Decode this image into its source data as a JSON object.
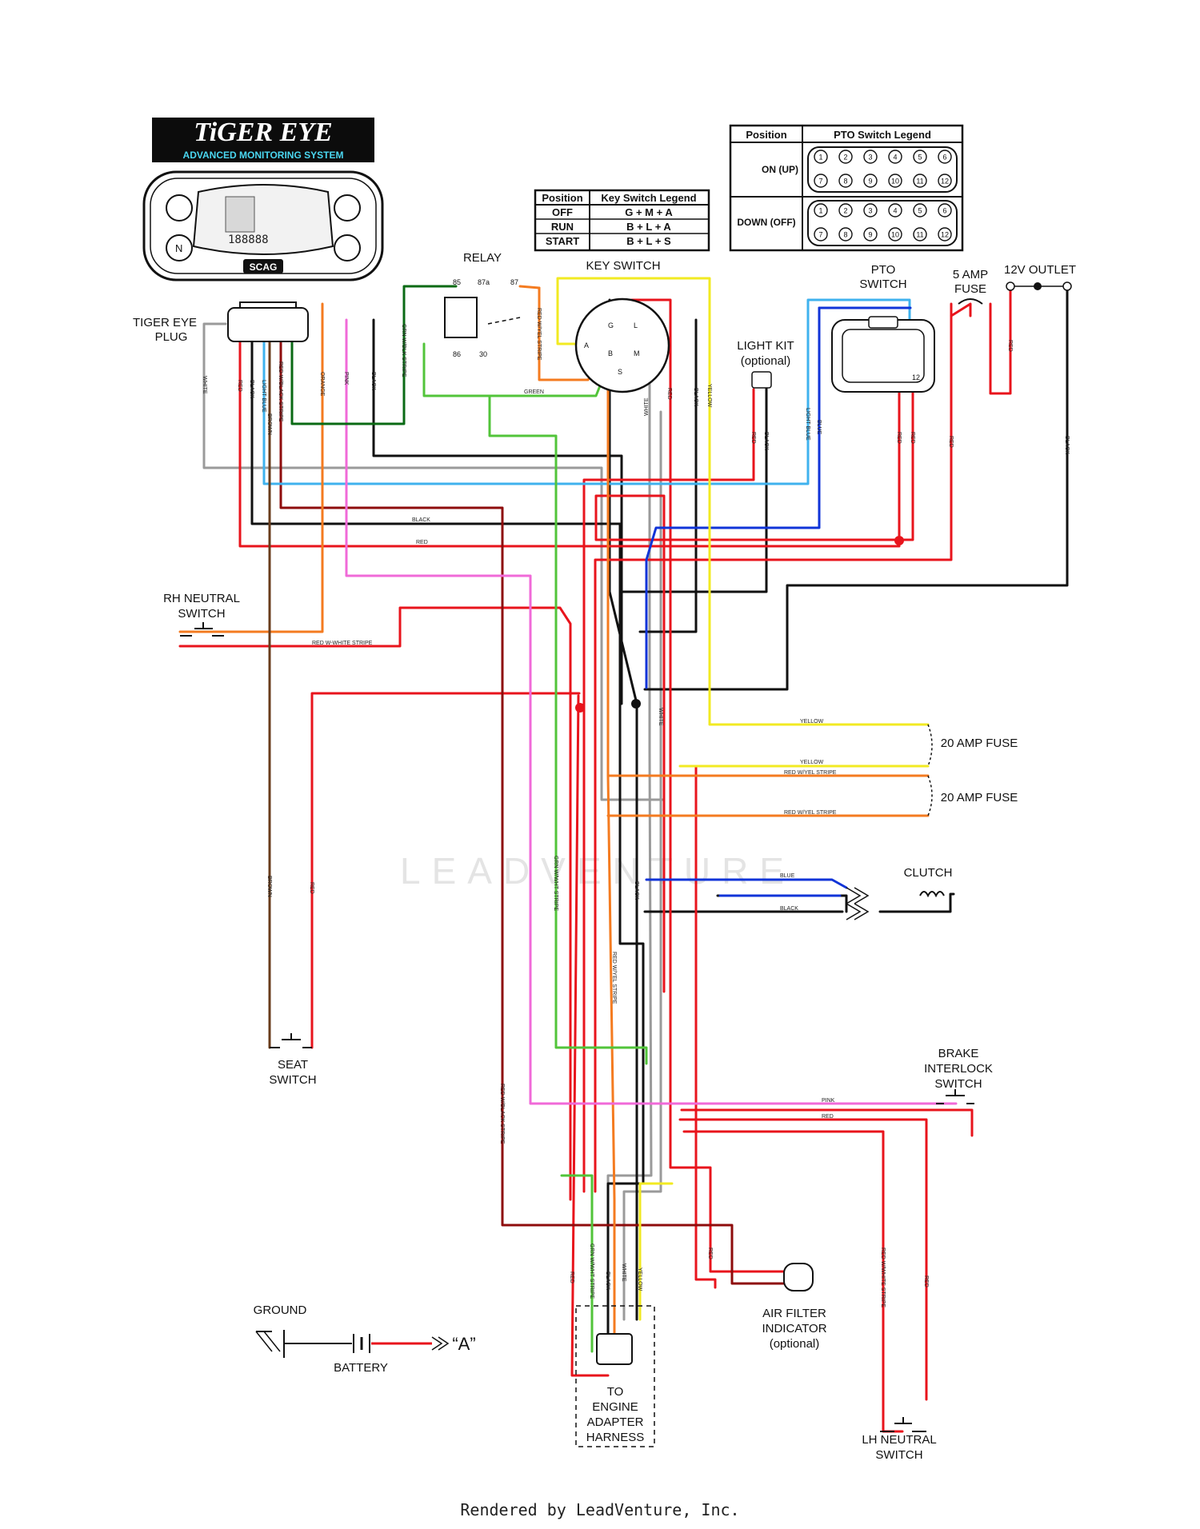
{
  "logo": {
    "title": "TiGER EYE",
    "subtitle": "ADVANCED MONITORING SYSTEM",
    "brand": "SCAG"
  },
  "pto_legend": {
    "head_pos": "Position",
    "head_title": "PTO Switch Legend",
    "rows": [
      {
        "label": "ON (UP)",
        "pins": [
          "1",
          "2",
          "3",
          "4",
          "5",
          "6",
          "7",
          "8",
          "9",
          "10",
          "11",
          "12"
        ]
      },
      {
        "label": "DOWN (OFF)",
        "pins": [
          "1",
          "2",
          "3",
          "4",
          "5",
          "6",
          "7",
          "8",
          "9",
          "10",
          "11",
          "12"
        ]
      }
    ]
  },
  "key_legend": {
    "head_pos": "Position",
    "head_title": "Key Switch Legend",
    "rows": [
      {
        "pos": "OFF",
        "val": "G + M + A"
      },
      {
        "pos": "RUN",
        "val": "B + L + A"
      },
      {
        "pos": "START",
        "val": "B + L + S"
      }
    ]
  },
  "components": {
    "relay": "RELAY",
    "relay_pins": [
      "85",
      "87a",
      "87",
      "86",
      "30"
    ],
    "key_switch": "KEY SWITCH",
    "key_pins": [
      "G",
      "L",
      "A",
      "B",
      "M",
      "S"
    ],
    "pto_1": "PTO",
    "pto_2": "SWITCH",
    "pto_pin": "12",
    "fuse5_1": "5 AMP",
    "fuse5_2": "FUSE",
    "outlet": "12V OUTLET",
    "light_1": "LIGHT KIT",
    "light_2": "(optional)",
    "plug_1": "TIGER EYE",
    "plug_2": "PLUG",
    "rh_1": "RH NEUTRAL",
    "rh_2": "SWITCH",
    "seat_1": "SEAT",
    "seat_2": "SWITCH",
    "fuse20a": "20 AMP FUSE",
    "fuse20b": "20 AMP FUSE",
    "clutch": "CLUTCH",
    "brake_1": "BRAKE",
    "brake_2": "INTERLOCK",
    "brake_3": "SWITCH",
    "ground": "GROUND",
    "battery": "BATTERY",
    "a_label": "“A”",
    "air_1": "AIR FILTER",
    "air_2": "INDICATOR",
    "air_3": "(optional)",
    "lh_1": "LH NEUTRAL",
    "lh_2": "SWITCH",
    "eng_1": "TO",
    "eng_2": "ENGINE",
    "eng_3": "ADAPTER",
    "eng_4": "HARNESS"
  },
  "wire_labels": {
    "white": "WHITE",
    "red": "RED",
    "black": "BLACK",
    "light_blue": "LIGHT BLUE",
    "red_blk": "RED W/BLACK STRIPE",
    "brown": "BROWN",
    "orange": "ORANGE",
    "pink": "PINK",
    "grn_blk": "GRN W/BLK STRIPE",
    "red_yel": "RED W/YEL STRIPE",
    "green": "GREEN",
    "yellow": "YELLOW",
    "blue": "BLUE",
    "red_wht": "RED W-WHITE STRIPE",
    "red_wwht": "RED W/WHITE STRIPE",
    "red_wyel": "RED W/YEL STRIPE",
    "grn_wht": "GRN W/WHT STRIPE",
    "black2": "BLACK",
    "red2": "RED",
    "white2": "WHITE",
    "yellow2": "YELLOW",
    "red3": "RED",
    "brown2": "BROWN",
    "red4": "RED"
  },
  "watermark": "LEADVENTURE",
  "footer": "Rendered by LeadVenture, Inc.",
  "colors": {
    "red": "#e8141c",
    "black": "#111111",
    "white_wire": "#9a9a9a",
    "blue": "#1034d8",
    "light_blue": "#3fb2ee",
    "orange": "#f47b20",
    "pink": "#f06ad8",
    "green": "#52c43a",
    "dark_green": "#0a6a14",
    "yellow": "#f2ea22",
    "brown": "#6a3d1c",
    "dark_red": "#8e0c0c"
  }
}
